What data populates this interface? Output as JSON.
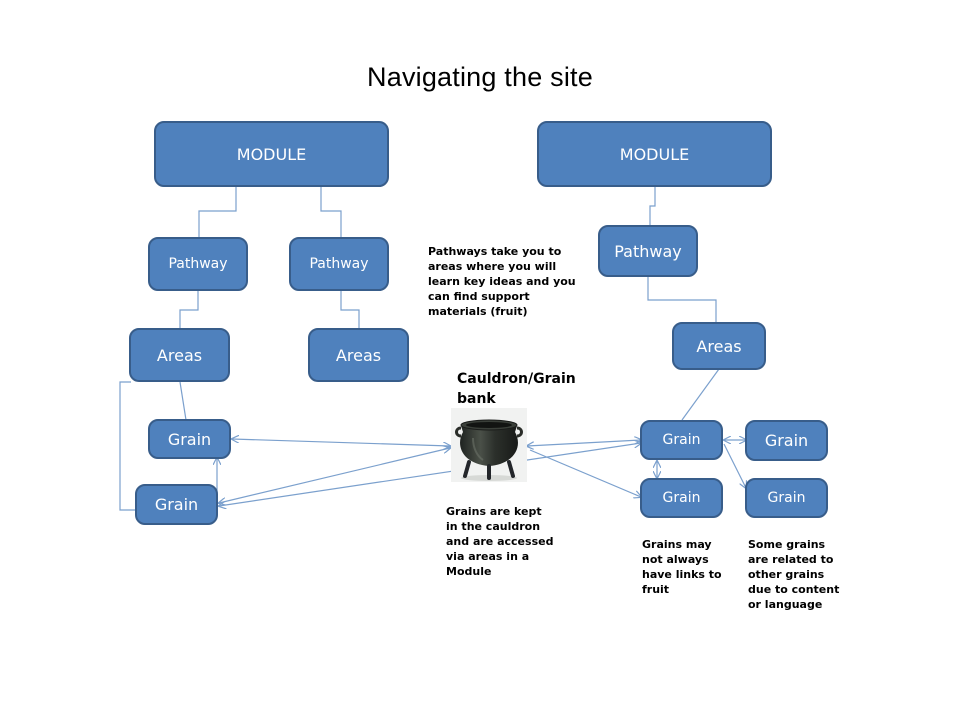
{
  "title": "Navigating the site",
  "left_module": {
    "module": "MODULE",
    "pathway_1": "Pathway",
    "pathway_2": "Pathway",
    "areas_1": "Areas",
    "areas_2": "Areas",
    "grain_1": "Grain",
    "grain_2": "Grain"
  },
  "right_module": {
    "module": "MODULE",
    "pathway": "Pathway",
    "areas": "Areas",
    "grain_main": "Grain",
    "grain_side_top": "Grain",
    "grain_lower": "Grain",
    "grain_side_bottom": "Grain"
  },
  "cauldron": {
    "caption": "Cauldron/Grain bank",
    "icon": "cauldron-pot-icon"
  },
  "notes": {
    "pathways": "Pathways take you to areas where you will learn key ideas and you can find support materials (fruit)",
    "grains_kept": "Grains are kept in the cauldron and are accessed via areas in a Module",
    "grains_links": "Grains may not always have links to fruit",
    "grains_related": "Some grains are related to other grains due to content or language"
  },
  "colors": {
    "box_fill": "#4f81bd",
    "box_border": "#385d8a",
    "connector": "#7ba0cd",
    "text_on_box": "#ffffff"
  }
}
